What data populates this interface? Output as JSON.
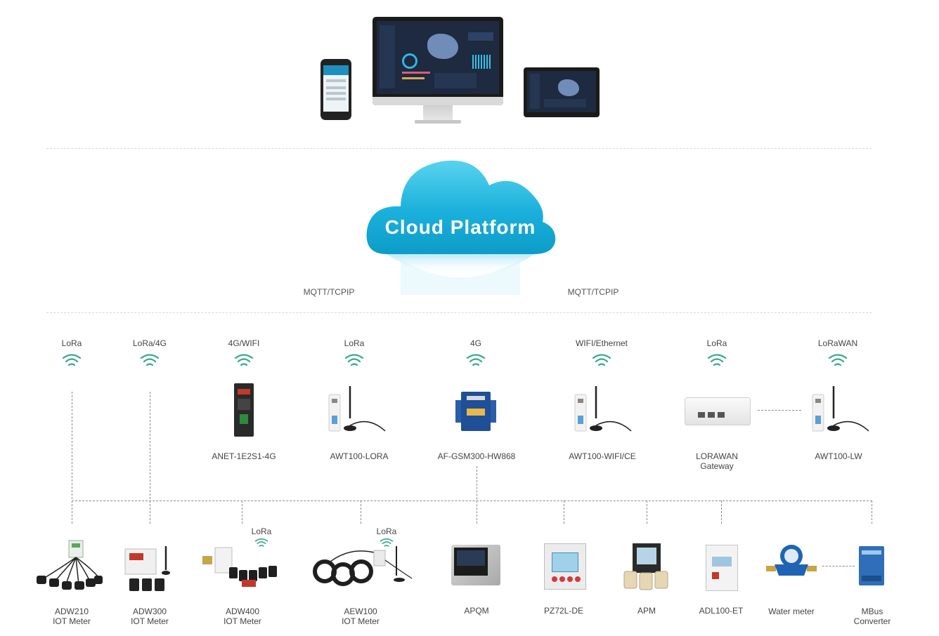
{
  "cloud": {
    "label": "Cloud Platform"
  },
  "links": {
    "left_protocol": "MQTT/TCPIP",
    "right_protocol": "MQTT/TCPIP"
  },
  "gateways": [
    {
      "protocol": "LoRa"
    },
    {
      "protocol": "LoRa/4G"
    },
    {
      "protocol": "4G/WIFI",
      "name": "ANET-1E2S1-4G"
    },
    {
      "protocol": "LoRa",
      "name": "AWT100-LORA"
    },
    {
      "protocol": "4G",
      "name": "AF-GSM300-HW868"
    },
    {
      "protocol": "WIFI/Ethernet",
      "name": "AWT100-WIFI/CE"
    },
    {
      "protocol": "LoRa",
      "name_line1": "LORAWAN",
      "name_line2": "Gateway"
    },
    {
      "protocol": "LoRaWAN",
      "name": "AWT100-LW"
    }
  ],
  "meters": [
    {
      "line1": "ADW210",
      "line2": "IOT Meter"
    },
    {
      "line1": "ADW300",
      "line2": "IOT Meter"
    },
    {
      "line1": "ADW400",
      "line2": "IOT Meter",
      "protocol": "LoRa"
    },
    {
      "line1": "AEW100",
      "line2": "IOT Meter",
      "protocol": "LoRa"
    },
    {
      "line1": "APQM"
    },
    {
      "line1": "PZ72L-DE"
    },
    {
      "line1": "APM"
    },
    {
      "line1": "ADL100-ET"
    },
    {
      "line1": "Water meter"
    },
    {
      "line1": "MBus",
      "line2": "Converter"
    }
  ],
  "colors": {
    "cloud_top": "#59d3ef",
    "cloud_bottom": "#0d9cc8",
    "wifi": "#3aa88f",
    "screen": "#1d2a3f"
  }
}
